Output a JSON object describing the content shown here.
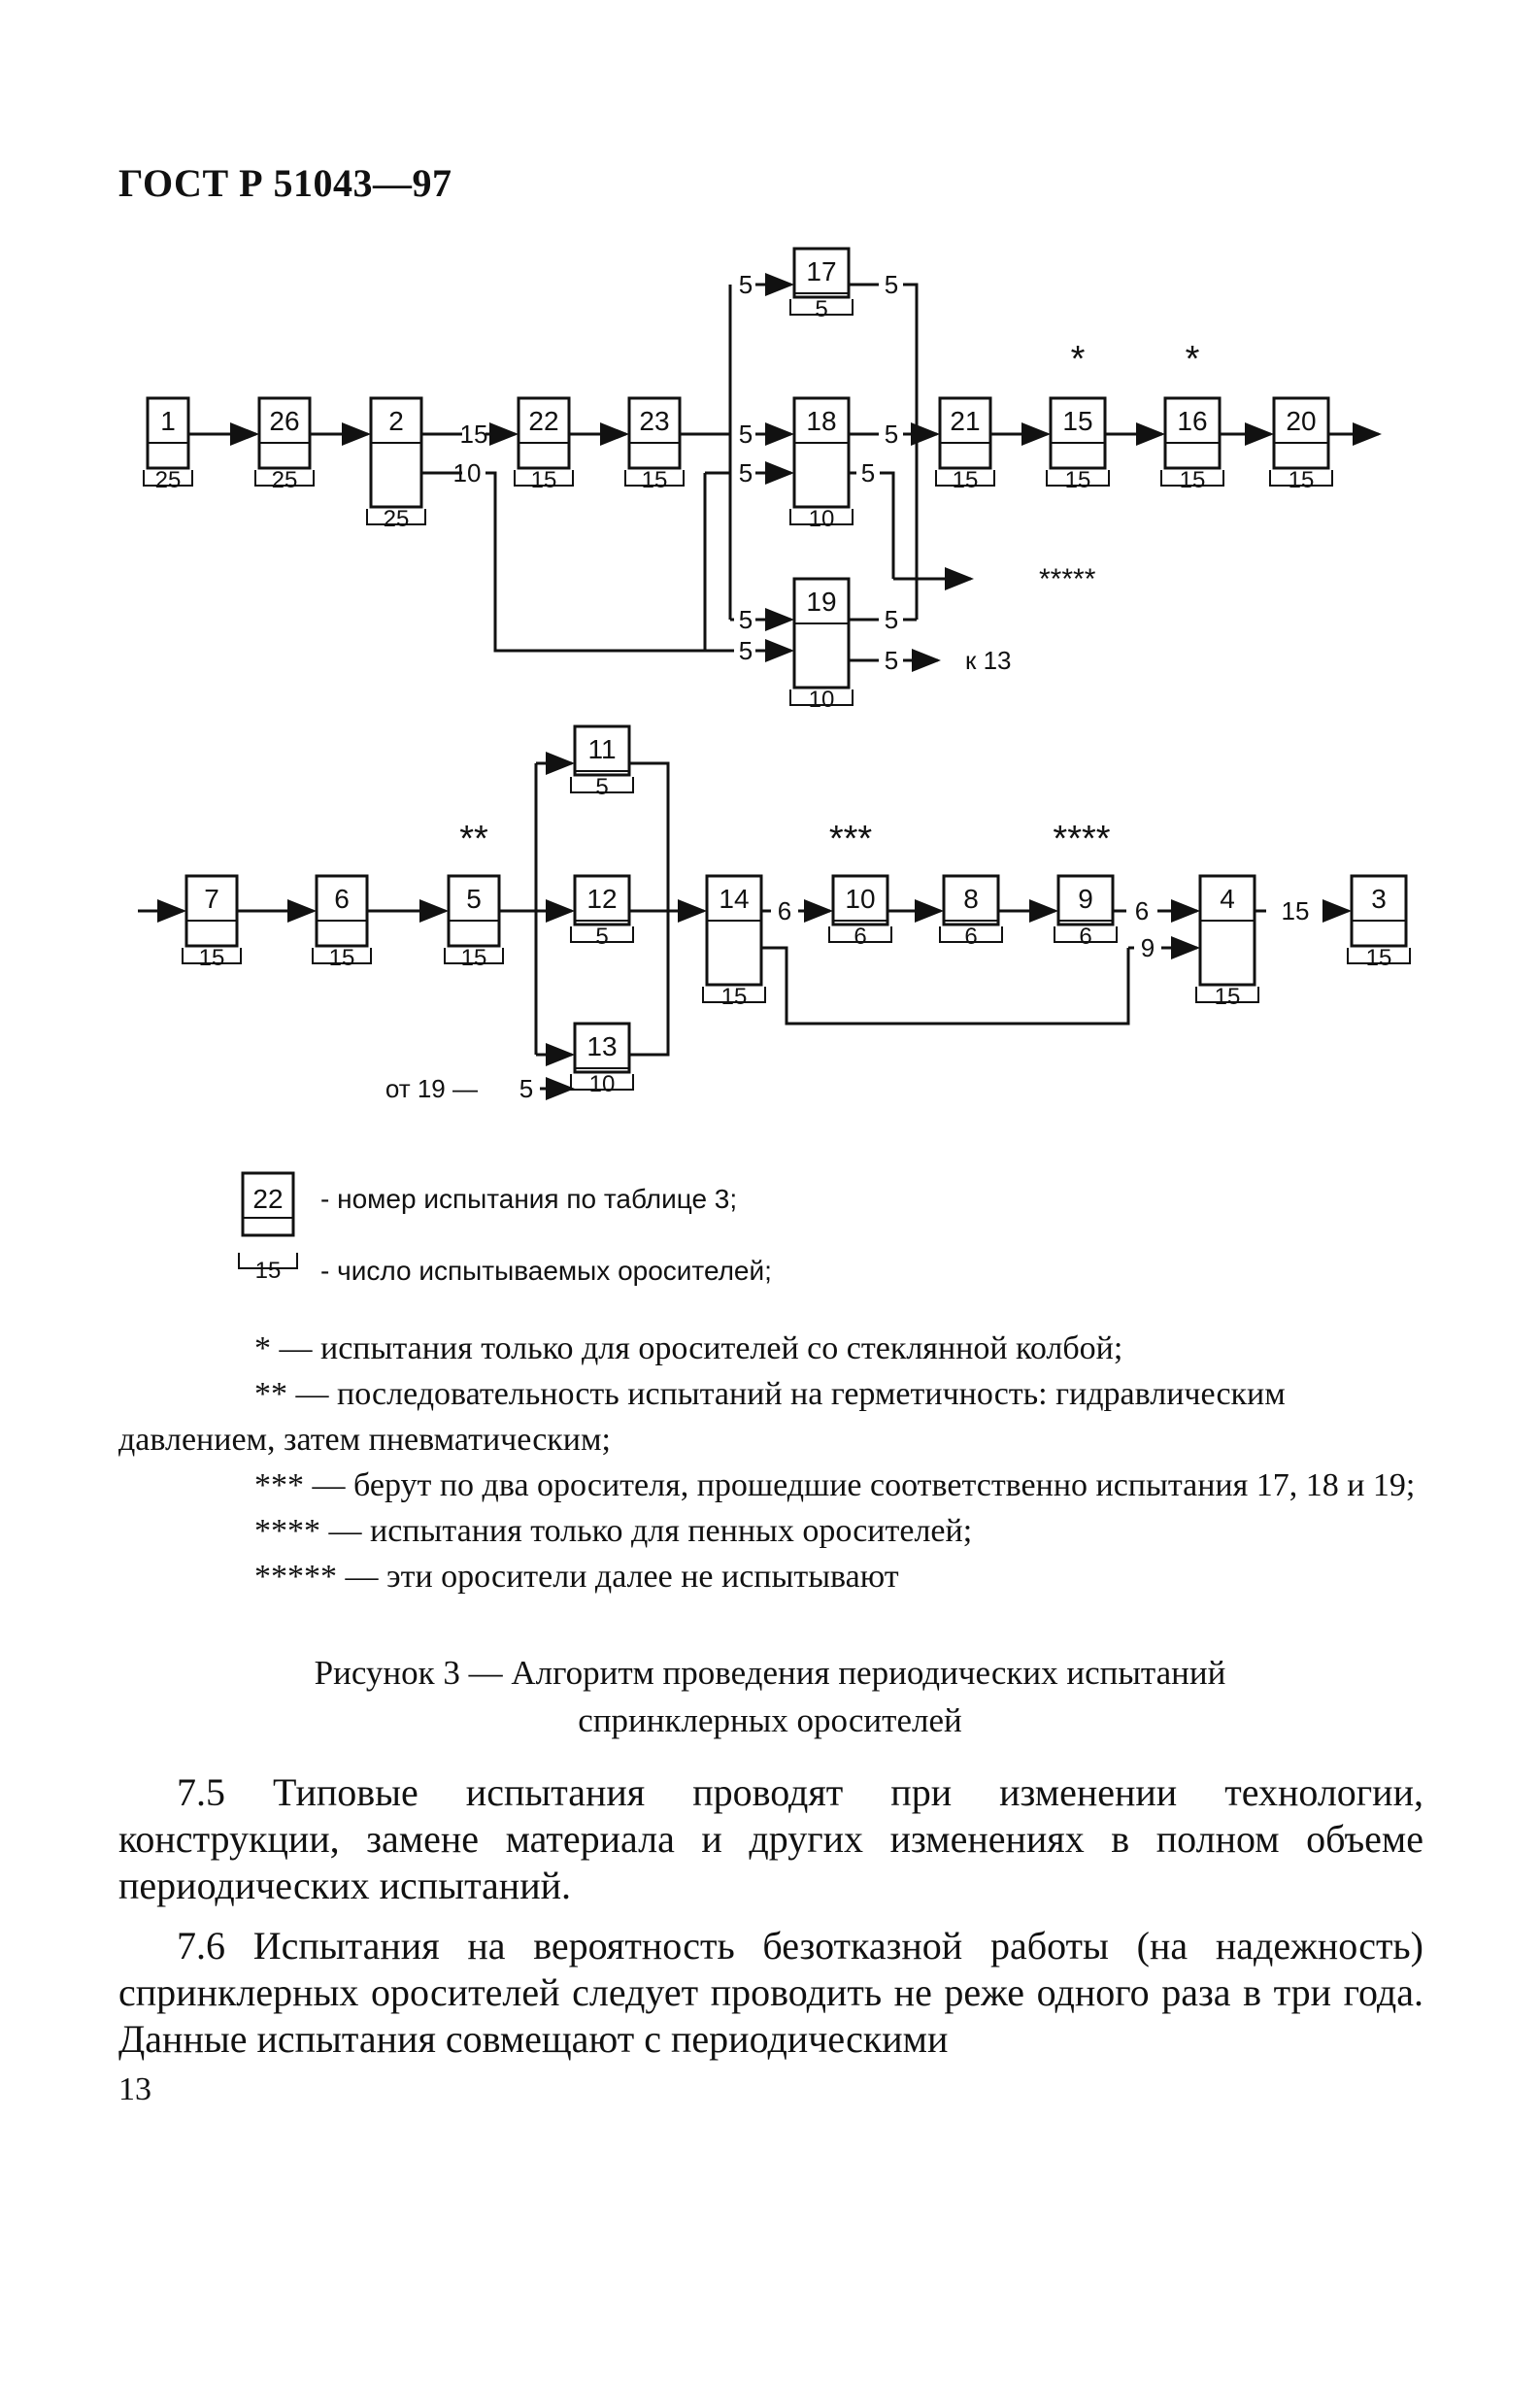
{
  "header": {
    "title": "ГОСТ Р 51043—97"
  },
  "diagram": {
    "boxes": [
      {
        "id": "b1",
        "num": "1",
        "qty": "25"
      },
      {
        "id": "b26",
        "num": "26",
        "qty": "25"
      },
      {
        "id": "b2",
        "num": "2",
        "qty": "25"
      },
      {
        "id": "b22",
        "num": "22",
        "qty": "15"
      },
      {
        "id": "b23",
        "num": "23",
        "qty": "15"
      },
      {
        "id": "b17",
        "num": "17",
        "qty": "5"
      },
      {
        "id": "b18",
        "num": "18",
        "qty": "10"
      },
      {
        "id": "b19",
        "num": "19",
        "qty": "10"
      },
      {
        "id": "b21",
        "num": "21",
        "qty": "15"
      },
      {
        "id": "b15",
        "num": "15",
        "qty": "15"
      },
      {
        "id": "b16",
        "num": "16",
        "qty": "15"
      },
      {
        "id": "b20",
        "num": "20",
        "qty": "15"
      },
      {
        "id": "b7",
        "num": "7",
        "qty": "15"
      },
      {
        "id": "b6",
        "num": "6",
        "qty": "15"
      },
      {
        "id": "b5",
        "num": "5",
        "qty": "15"
      },
      {
        "id": "b11",
        "num": "11",
        "qty": "5"
      },
      {
        "id": "b12",
        "num": "12",
        "qty": "5"
      },
      {
        "id": "b13",
        "num": "13",
        "qty": "10"
      },
      {
        "id": "b14",
        "num": "14",
        "qty": "15"
      },
      {
        "id": "b10",
        "num": "10",
        "qty": "6"
      },
      {
        "id": "b8",
        "num": "8",
        "qty": "6"
      },
      {
        "id": "b9",
        "num": "9",
        "qty": "6"
      },
      {
        "id": "b4",
        "num": "4",
        "qty": "15"
      },
      {
        "id": "b3",
        "num": "3",
        "qty": "15"
      }
    ],
    "flow_labels": [
      "15",
      "10",
      "5",
      "5",
      "5",
      "5",
      "5",
      "5",
      "5",
      "5",
      "5",
      "5",
      "6",
      "6",
      "9",
      "15",
      "5"
    ],
    "marks": [
      "*",
      "*",
      "**",
      "***",
      "****",
      "*****"
    ],
    "to_13": "к 13",
    "from_19": "от 19 —",
    "legend": {
      "box_num": "22",
      "box_qty": "15",
      "num_text": "- номер испытания по таблице 3;",
      "qty_text": "- число испытываемых оросителей;"
    }
  },
  "notes": [
    "* — испытания только для оросителей со стеклянной колбой;",
    "** — последовательность испытаний на герметичность: гидравлическим давлением, затем пневматическим;",
    "*** — берут по два оросителя, прошедшие соответственно испытания 17, 18 и 19;",
    "**** — испытания только для пенных оросителей;",
    "***** — эти оросители далее не испытывают"
  ],
  "caption": {
    "line1": "Рисунок 3 — Алгоритм проведения периодических испытаний",
    "line2": "спринклерных оросителей"
  },
  "paragraphs": [
    "7.5 Типовые испытания проводят при изменении технологии, конструкции, замене материала и других изменениях в полном объеме периодических испытаний.",
    "7.6 Испытания на вероятность безотказной работы (на надежность) спринклерных оросителей следует проводить не реже одного раза в три года. Данные испытания совмещают с периодическими"
  ],
  "page_number": "13"
}
